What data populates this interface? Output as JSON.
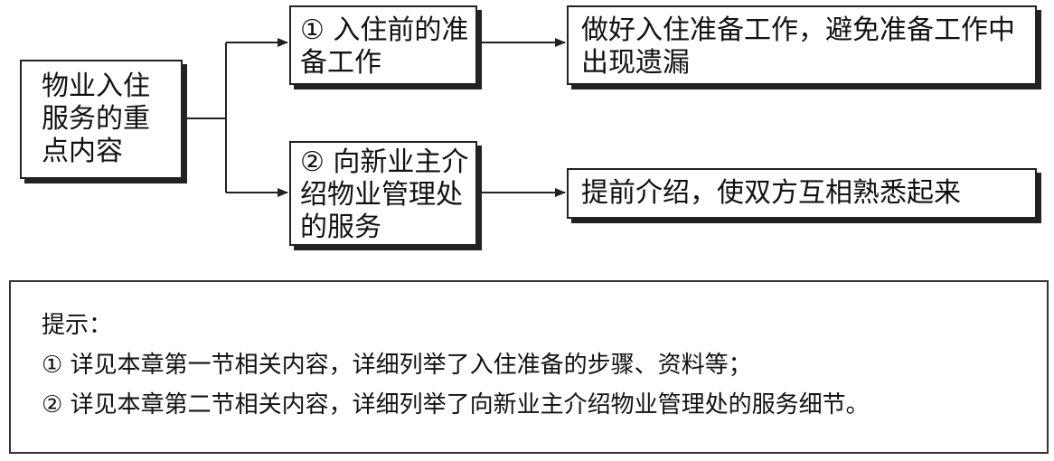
{
  "root": {
    "label_lines": [
      "物业入住",
      "服务的重",
      "点内容"
    ]
  },
  "branches": [
    {
      "label_lines": [
        "① 入住前的准",
        "备工作"
      ],
      "result_lines": [
        "做好入住准备工作，避免准备工作中",
        "出现遗漏"
      ]
    },
    {
      "label_lines": [
        "② 向新业主介",
        "绍物业管理处",
        "的服务"
      ],
      "result_lines": [
        "提前介绍，使双方互相熟悉起来"
      ]
    }
  ],
  "tip": {
    "title": "提示：",
    "lines": [
      "① 详见本章第一节相关内容，详细列举了入住准备的步骤、资料等；",
      "② 详见本章第二节相关内容，详细列举了向新业主介绍物业管理处的服务细节。"
    ]
  }
}
